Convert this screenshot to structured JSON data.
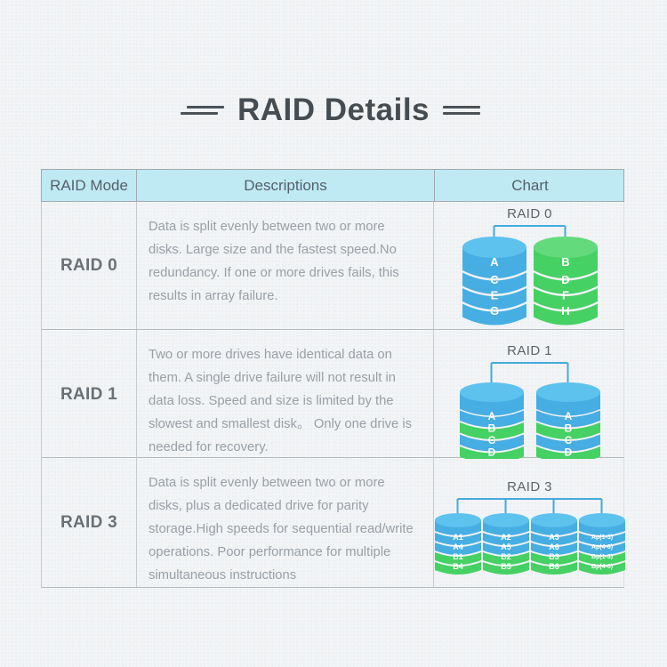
{
  "title": {
    "text": "RAID Details"
  },
  "table": {
    "headers": [
      "RAID Mode",
      "Descriptions",
      "Chart"
    ],
    "rows": [
      {
        "mode": "RAID 0",
        "description": "Data is split evenly between two or more disks. Large size and the fastest speed.No redundancy. If one or more drives fails, this results in array failure.",
        "chart": {
          "title": "RAID 0",
          "label_in_cap": true,
          "disks": [
            {
              "cap": "blue",
              "bands": [
                {
                  "label": "A",
                  "color": "blue"
                },
                {
                  "label": "C",
                  "color": "blue"
                },
                {
                  "label": "E",
                  "color": "blue"
                },
                {
                  "label": "G",
                  "color": "blue"
                }
              ]
            },
            {
              "cap": "green",
              "bands": [
                {
                  "label": "B",
                  "color": "green"
                },
                {
                  "label": "D",
                  "color": "green"
                },
                {
                  "label": "F",
                  "color": "green"
                },
                {
                  "label": "H",
                  "color": "green"
                }
              ]
            }
          ]
        }
      },
      {
        "mode": "RAID 1",
        "description": "Two or more drives have identical data on them. A single drive failure will not result in data loss. Speed and size is limited by the slowest and smallest disk。 Only one drive is needed for recovery.",
        "chart": {
          "title": "RAID 1",
          "label_in_cap": false,
          "disks": [
            {
              "cap": "blue",
              "bands": [
                {
                  "label": "A",
                  "color": "blue"
                },
                {
                  "label": "B",
                  "color": "green"
                },
                {
                  "label": "C",
                  "color": "blue"
                },
                {
                  "label": "D",
                  "color": "green"
                }
              ]
            },
            {
              "cap": "blue",
              "bands": [
                {
                  "label": "A",
                  "color": "blue"
                },
                {
                  "label": "B",
                  "color": "green"
                },
                {
                  "label": "C",
                  "color": "blue"
                },
                {
                  "label": "D",
                  "color": "green"
                }
              ]
            }
          ]
        }
      },
      {
        "mode": "RAID 3",
        "description": "Data is split evenly between two or more disks, plus a dedicated drive for parity storage.High speeds for sequential read/write operations. Poor performance for multiple simultaneous instructions",
        "chart": {
          "title": "RAID 3",
          "label_in_cap": false,
          "disks": [
            {
              "cap": "blue",
              "bands": [
                {
                  "label": "A1",
                  "color": "blue"
                },
                {
                  "label": "A4",
                  "color": "blue"
                },
                {
                  "label": "B1",
                  "color": "green"
                },
                {
                  "label": "B4",
                  "color": "green"
                }
              ]
            },
            {
              "cap": "blue",
              "bands": [
                {
                  "label": "A2",
                  "color": "blue"
                },
                {
                  "label": "A5",
                  "color": "blue"
                },
                {
                  "label": "B2",
                  "color": "green"
                },
                {
                  "label": "B5",
                  "color": "green"
                }
              ]
            },
            {
              "cap": "blue",
              "bands": [
                {
                  "label": "A3",
                  "color": "blue"
                },
                {
                  "label": "A6",
                  "color": "blue"
                },
                {
                  "label": "B3",
                  "color": "green"
                },
                {
                  "label": "B6",
                  "color": "green"
                }
              ]
            },
            {
              "cap": "blue",
              "bands": [
                {
                  "label": "Ap(1-3)",
                  "color": "blue"
                },
                {
                  "label": "Ap(4-6)",
                  "color": "blue"
                },
                {
                  "label": "Bp(1-3)",
                  "color": "green"
                },
                {
                  "label": "Bp(4-6)",
                  "color": "green"
                }
              ]
            }
          ]
        }
      }
    ]
  },
  "colors": {
    "blue": "#46aee3",
    "blue_cap": "#5ec2ee",
    "green": "#45d164",
    "green_cap": "#63db7c",
    "connector": "#45aadd",
    "header_bg": "#bfeaf4",
    "header_text": "#556069",
    "body_text": "#99a0a6",
    "mode_text": "#6a7176",
    "title_text": "#454d53"
  }
}
